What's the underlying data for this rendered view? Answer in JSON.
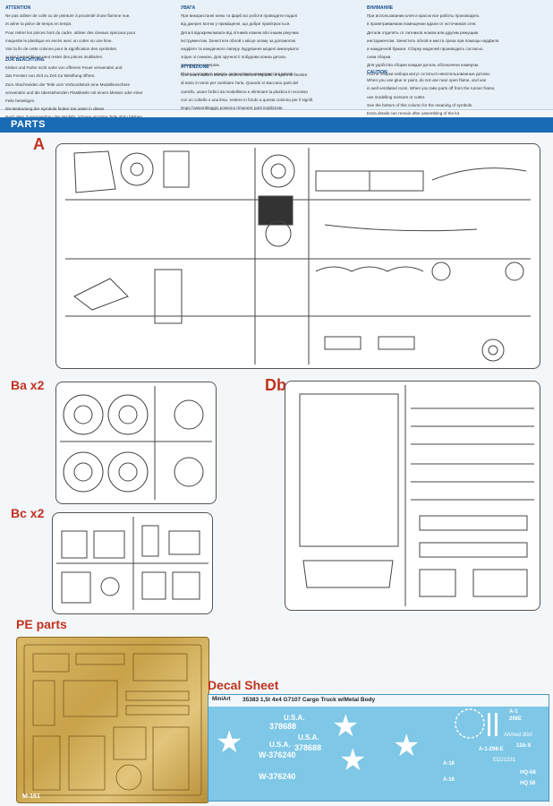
{
  "instructions": {
    "fr": {
      "heading": "ATTENTION",
      "lines": [
        "Ne pas utiliser de colle ou de peinture à proximité d'une flamme nue,",
        "et aérer la pièce de temps en temps.",
        "Pour retirer les pièces hors du cadre, utiliser des ciseaux spéciaux pour",
        "maquette le plastique en excès avec un cutter ou une lime.",
        "Voir la fin de cette colonne pour la signification des symboles.",
        "Après l'assemblage peut rester des pièces inutilisées."
      ]
    },
    "de": {
      "heading": "ZUR BEACHTUNG",
      "lines": [
        "Kleber und Farbe nicht nahe von offenem Feuer verwenden und",
        "das Fenster von Zeit zu Zeit zur Belüftung öffnen.",
        "Zum Abschneiden der Teile vom Verbundstück eine Modellienschere",
        "verwenden und die überstehenden Plastikteile mit einem Messer oder einer",
        "Feile beseitigen.",
        "Die Bedeutung der Symbole finden Sie unten in dieser",
        "Nach dem Zusammenbau des Modells, können einzelne Teile übrig bleiben"
      ]
    },
    "ua": {
      "heading": "УВАГА",
      "lines": [
        "При використанні клею та фарб всі роботи проводити подалі",
        "від джерел вогню у приміщенні, що добре провітрюється.",
        "Деталі відокремлювати від літників ножем або іншим ріжучим",
        "інструментом. Зачистити облой з місця злому за допомогою",
        "надфіля та наждачного паперу. Будування моделі виконувати",
        "згідно зі схемою. Для зручності побудови кожна деталь",
        "позначена номером.",
        "Після складання можуть залишатися невикористані деталі."
      ]
    },
    "it": {
      "heading": "ATTENZIONE",
      "lines": [
        "Non usare colla o vernice vicino a fiamme esposte, e aprite le finestre",
        "di tanto in tanto per cambiare l'aria. Quando si staccano parti del",
        "carrello, usare forbici da modellismo e eliminare la plastica in eccesso",
        "con un coltello o una lima. Vedere in fondo a questa colonna per il signifi.",
        "Dopo l'assemblaggio possono rimanere parti inutilizzate."
      ]
    },
    "ru": {
      "heading": "ВНИМАНИЕ",
      "lines": [
        "При использовании клея и красок все работы производить",
        "в проветриваемом помещении вдали от источников огня.",
        "Детали отделять от литников ножом или другим режущим",
        "инструментом. Зачистить облой и места среза при помощи надфиля",
        "и наждачной бумаги. Сборку моделей производить согласно",
        "схем сборки.",
        "Для удобства сборки каждая деталь обозначена номером.",
        "После сборки набора могут остаться неиспользованные детали."
      ]
    },
    "en": {
      "heading": "CAUTION",
      "lines": [
        "When you use glue or paint, do not use near open flame, and use",
        "in well ventilated room. When you take parts off from the runner frame,",
        "use modelling scissors or cutter.",
        "See the bottom of this column for the meaning of symbols.",
        "Extra details can remain after assembling of the kit."
      ]
    }
  },
  "parts_title": "PARTS",
  "sprue_labels": {
    "a": "A",
    "ba": "Ba x2",
    "db": "Db",
    "bc": "Bc x2"
  },
  "pe_title": "PE parts",
  "pe_code": "M-161",
  "decal_title": "Decal Sheet",
  "decal": {
    "header": "35383 1,5t 4x4 G7107 Cargo Truck w/Metal Body",
    "brand": "MiniArt",
    "usa": "U.S.A.",
    "numbers": [
      "378688",
      "W-376240",
      "378688",
      "W-376240"
    ],
    "codes": [
      "A-1",
      "298E",
      "A-1-298-E",
      "12∆-X",
      "ED21231",
      "HQ-58",
      "HQ 56",
      "Ahmed 30cl",
      "A-16",
      "A-16"
    ]
  },
  "colors": {
    "accent": "#1a6bb5",
    "label": "#c0321e",
    "pe": "#c9a24a",
    "decal": "#7ec7e6"
  }
}
